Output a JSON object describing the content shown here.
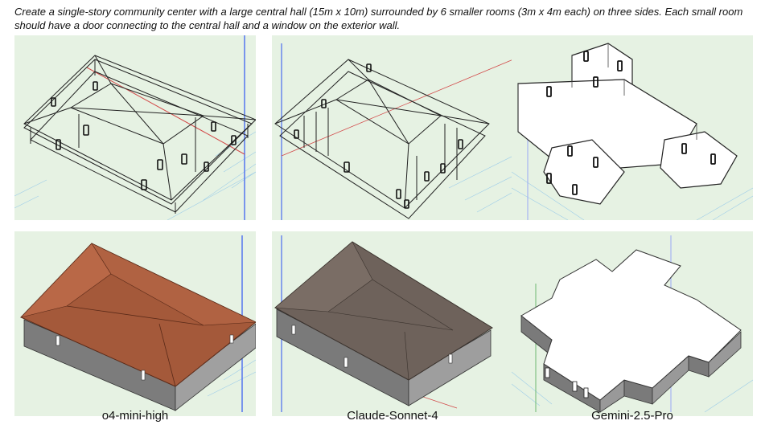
{
  "prompt": "Create a single-story community center with a large central hall (15m x 10m) surrounded by 6 smaller rooms (3m x 4m each) on three sides. Each small room should have a door connecting to the central hall and a window on the exterior wall.",
  "models": [
    {
      "label": "o4-mini-high"
    },
    {
      "label": "Claude-Sonnet-4"
    },
    {
      "label": "Gemini-2.5-Pro"
    }
  ],
  "colors": {
    "viewport_bg": "#e6f2e3",
    "grid": "#9ecde8",
    "axis_y": "#4a6cf0",
    "axis_x": "#d24848",
    "roof_o4": "#a4593a",
    "roof_claude": "#6e625b",
    "wall": "#8e8e8e",
    "top_gemini": "#ffffff"
  },
  "panels": [
    {
      "model": "o4-mini-high",
      "view": "wireframe"
    },
    {
      "model": "Claude-Sonnet-4",
      "view": "wireframe"
    },
    {
      "model": "Gemini-2.5-Pro",
      "view": "wireframe"
    },
    {
      "model": "o4-mini-high",
      "view": "shaded"
    },
    {
      "model": "Claude-Sonnet-4",
      "view": "shaded"
    },
    {
      "model": "Gemini-2.5-Pro",
      "view": "shaded"
    }
  ]
}
